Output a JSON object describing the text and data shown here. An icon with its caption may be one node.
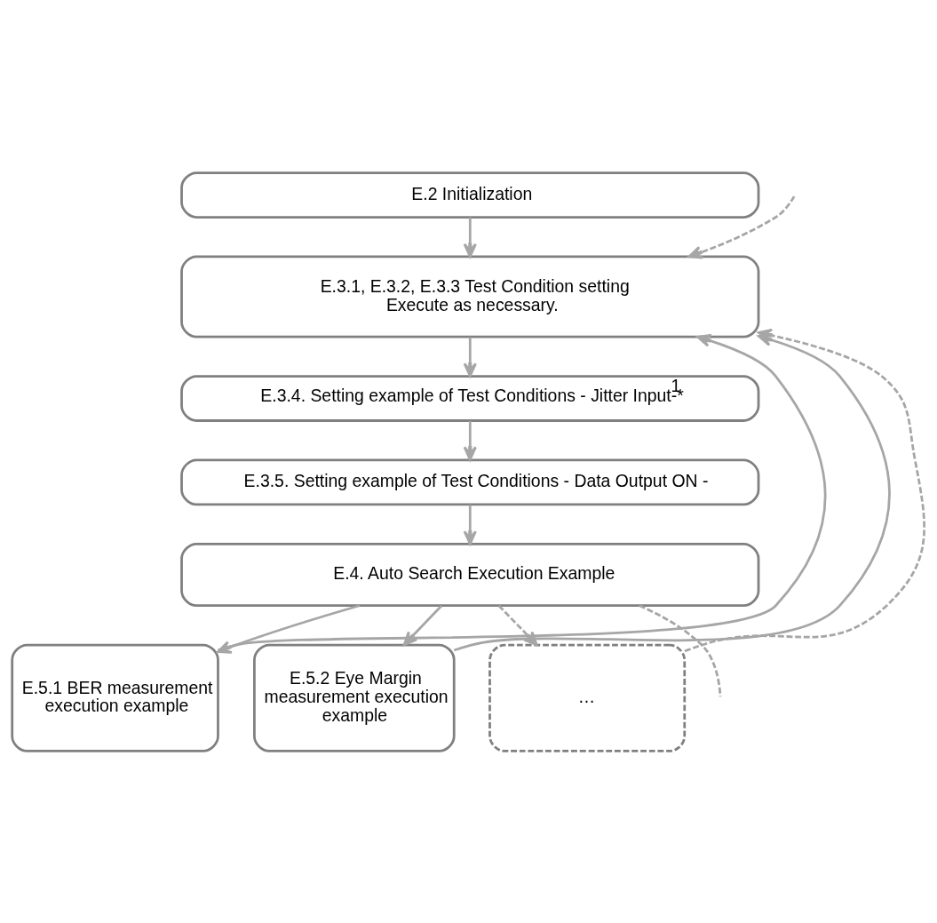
{
  "diagram": {
    "nodes": [
      {
        "text": [
          "E.2 Initialization"
        ]
      },
      {
        "text": [
          "E.3.1, E.3.2, E.3.3 Test Condition setting",
          "Execute as necessary."
        ]
      },
      {
        "text": [
          "E.3.4. Setting example of Test Conditions - Jitter Input-*$^{1}$"
        ]
      },
      {
        "text": [
          "E.3.5. Setting example of Test Conditions - Data Output ON -"
        ]
      },
      {
        "text": [
          "E.4. Auto Search Execution Example"
        ]
      },
      {
        "text": [
          "E.5.1 BER measurement execution example"
        ]
      },
      {
        "text": [
          "E.5.2 Eye Margin measurement execution example"
        ]
      },
      {
        "text": [
          "…"
        ]
      }
    ],
    "edges": [
      {
        "from": 0,
        "to": 1,
        "arrow": "to"
      },
      {
        "from": 1,
        "to": 2,
        "arrow": "to"
      },
      {
        "from": 2,
        "to": 3,
        "arrow": "to"
      },
      {
        "from": 3,
        "to": 4,
        "arrow": "to"
      },
      {
        "from": 4,
        "to": 5,
        "arrow": "to"
      },
      {
        "from": 4,
        "to": 6,
        "arrow": "to"
      },
      {
        "from": 4,
        "to": 7,
        "arrow": "to",
        "style": "dashed"
      },
      {
        "from": 4,
        "to": null,
        "arrow": "none",
        "style": "dashed"
      },
      {
        "from": 5,
        "to": 1,
        "arrow": "to"
      },
      {
        "from": 6,
        "to": 1,
        "arrow": "to"
      },
      {
        "from": 7,
        "to": 1,
        "arrow": "to",
        "style": "dashed"
      },
      {
        "from": null,
        "to": 1,
        "arrow": "to",
        "style": "dashed"
      }
    ]
  }
}
